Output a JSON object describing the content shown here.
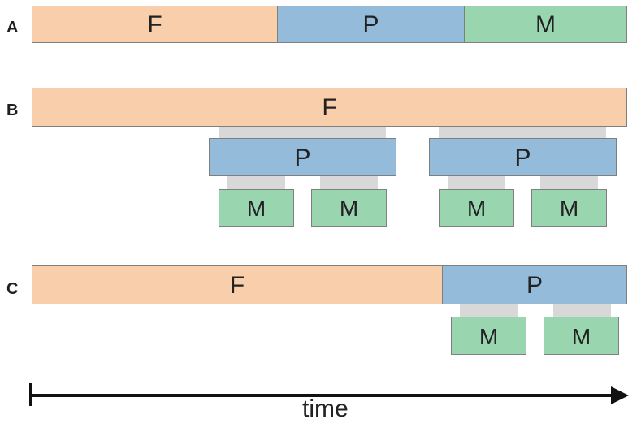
{
  "rows": {
    "a": {
      "label": "A",
      "blocks": {
        "f": "F",
        "p": "P",
        "m": "M"
      }
    },
    "b": {
      "label": "B",
      "blocks": {
        "f": "F",
        "p1": "P",
        "p2": "P",
        "m1": "M",
        "m2": "M",
        "m3": "M",
        "m4": "M"
      }
    },
    "c": {
      "label": "C",
      "blocks": {
        "f": "F",
        "p": "P",
        "m1": "M",
        "m2": "M"
      }
    }
  },
  "axis": {
    "label": "time"
  },
  "colors": {
    "f": "#f8cfaa",
    "p": "#95bbdb",
    "m": "#99d6b0",
    "connector": "#d8d8d8",
    "axis": "#111111"
  }
}
